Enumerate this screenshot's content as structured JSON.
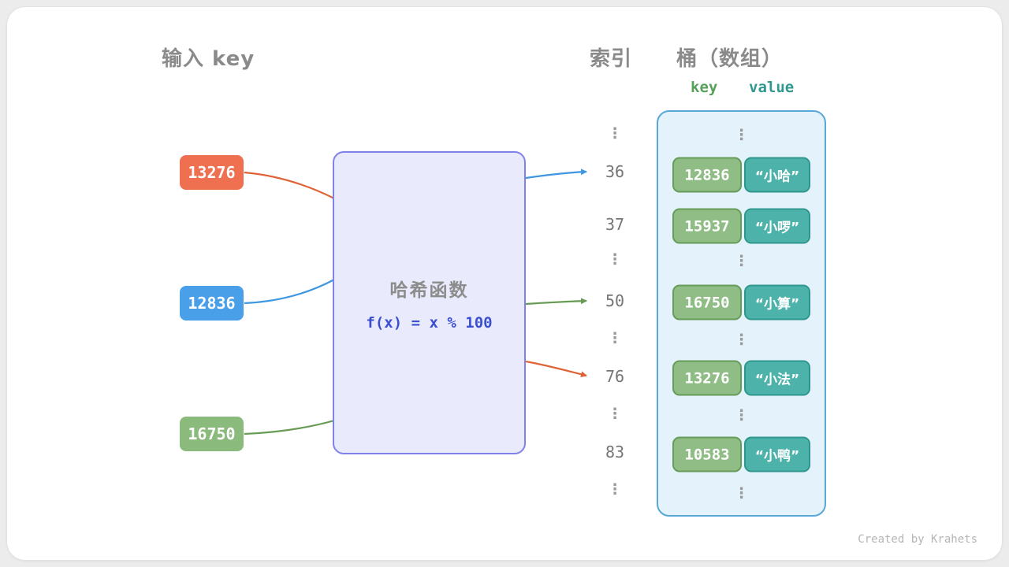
{
  "headers": {
    "input_key": "输入 key",
    "index": "索引",
    "bucket": "桶（数组）"
  },
  "bucket_labels": {
    "key": "key",
    "value": "value"
  },
  "input_keys": [
    {
      "label": "13276",
      "color": "#ee7051",
      "arrow_color": "#e06337",
      "target_index": "76"
    },
    {
      "label": "12836",
      "color": "#4aa0e8",
      "arrow_color": "#3e97e0",
      "target_index": "36"
    },
    {
      "label": "16750",
      "color": "#8abb7d",
      "arrow_color": "#679b53",
      "target_index": "50"
    }
  ],
  "hash_function": {
    "title": "哈希函数",
    "formula": "f(x) = x % 100"
  },
  "index_column": [
    "⋮",
    "36",
    "37",
    "⋮",
    "50",
    "⋮",
    "76",
    "⋮",
    "83",
    "⋮"
  ],
  "bucket_rows": [
    {
      "dots": true
    },
    {
      "key": "12836",
      "value": "“小哈”"
    },
    {
      "key": "15937",
      "value": "“小啰”"
    },
    {
      "dots": true
    },
    {
      "key": "16750",
      "value": "“小算”"
    },
    {
      "dots": true
    },
    {
      "key": "13276",
      "value": "“小法”"
    },
    {
      "dots": true
    },
    {
      "key": "10583",
      "value": "“小鸭”"
    },
    {
      "dots": true
    }
  ],
  "watermark": "Created by Krahets",
  "colors": {
    "page_bg": "#ececec",
    "card_border": "#e2e2e2",
    "heading": "#8a8a8a",
    "index_text": "#757575",
    "dots": "#9a9a9a",
    "hash_fill": "#e9eafb",
    "hash_border": "#8082e8",
    "hash_title": "#8c8c8c",
    "formula": "#3a4fd0",
    "bucket_fill": "#e4f2fb",
    "bucket_border": "#57a7d9",
    "key_fill": "#90bd86",
    "key_border": "#649c58",
    "value_fill": "#4db3aa",
    "value_border": "#2e978d",
    "label_key": "#57a05a",
    "label_value": "#2f998f",
    "watermark": "#b5b5b5"
  }
}
